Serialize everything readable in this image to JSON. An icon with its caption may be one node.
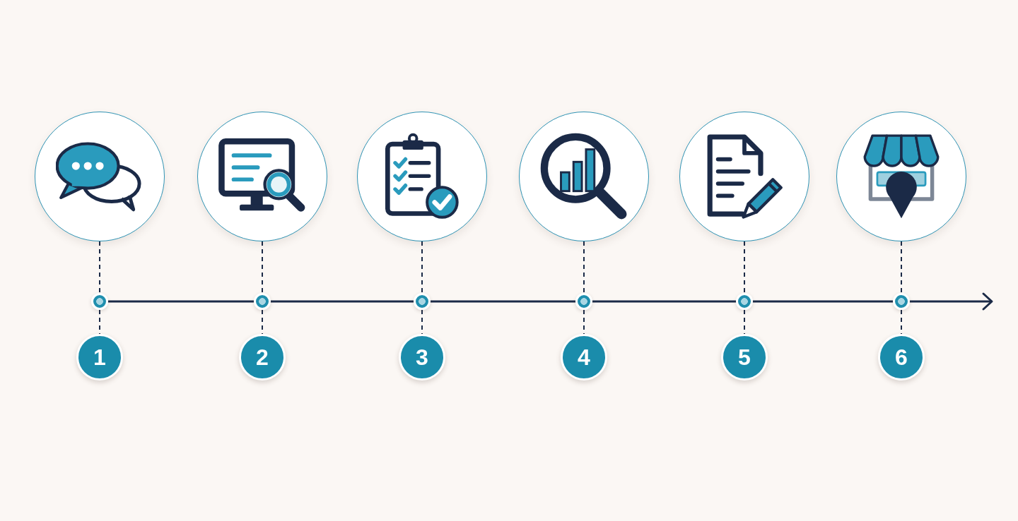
{
  "diagram": {
    "nodes": [
      {
        "text": [],
        "shape": "picture"
      },
      {
        "text": [],
        "shape": "picture"
      },
      {
        "text": [],
        "shape": "picture"
      },
      {
        "text": [],
        "shape": "picture"
      },
      {
        "text": [],
        "shape": "picture"
      },
      {
        "text": [],
        "shape": "picture"
      },
      {
        "text": [],
        "shape": "circle"
      },
      {
        "text": [],
        "shape": "circle"
      },
      {
        "text": [],
        "shape": "circle"
      },
      {
        "text": [],
        "shape": "circle"
      },
      {
        "text": [],
        "shape": "circle"
      },
      {
        "text": [],
        "shape": "circle"
      },
      {
        "text": [
          "1"
        ]
      },
      {
        "text": [
          "2"
        ]
      },
      {
        "text": [
          "3"
        ]
      },
      {
        "text": [
          "4"
        ]
      },
      {
        "text": [
          "5"
        ]
      },
      {
        "text": [
          "6"
        ]
      }
    ],
    "edges": [
      {
        "from": 0,
        "to": 6,
        "arrow": "none",
        "style": "dashed"
      },
      {
        "from": 6,
        "to": 12,
        "arrow": "none",
        "style": "dashed"
      },
      {
        "from": 1,
        "to": 7,
        "arrow": "none",
        "style": "dashed"
      },
      {
        "from": 7,
        "to": 13,
        "arrow": "none",
        "style": "dashed"
      },
      {
        "from": 2,
        "to": 8,
        "arrow": "none",
        "style": "dashed"
      },
      {
        "from": 8,
        "to": 14,
        "arrow": "none",
        "style": "dashed"
      },
      {
        "from": 3,
        "to": 9,
        "arrow": "none",
        "style": "dashed"
      },
      {
        "from": 9,
        "to": 15,
        "arrow": "none",
        "style": "dashed"
      },
      {
        "from": 4,
        "to": 10,
        "arrow": "none",
        "style": "dashed"
      },
      {
        "from": 10,
        "to": 16,
        "arrow": "none",
        "style": "dashed"
      },
      {
        "from": 5,
        "to": 11,
        "arrow": "none",
        "style": "dashed"
      },
      {
        "from": 11,
        "to": 17,
        "arrow": "none",
        "style": "dashed"
      }
    ]
  }
}
